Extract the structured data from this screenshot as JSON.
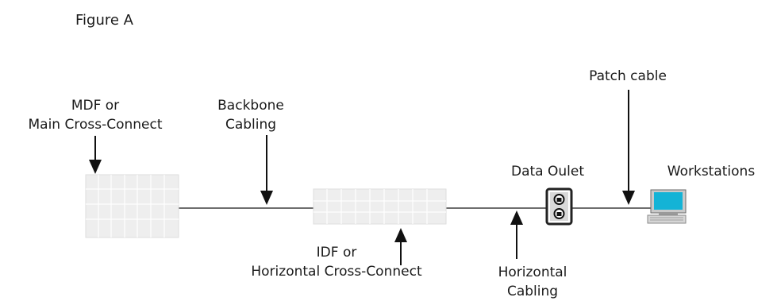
{
  "figure": {
    "title": "Figure A"
  },
  "labels": {
    "mdf_line1": "MDF or",
    "mdf_line2": "Main Cross-Connect",
    "backbone_line1": "Backbone",
    "backbone_line2": "Cabling",
    "idf_line1": "IDF or",
    "idf_line2": "Horizontal Cross-Connect",
    "horizontal_line1": "Horizontal",
    "horizontal_line2": "Cabling",
    "data_outlet": "Data Oulet",
    "patch_cable": "Patch cable",
    "workstations": "Workstations"
  },
  "colors": {
    "cable": "#6e6e6e",
    "arrow": "#111111",
    "panel_fill": "#eeeeee",
    "panel_grid": "#ffffff",
    "monitor_screen": "#14b3d6",
    "outlet_border": "#222222"
  },
  "icons": {
    "mdf_panel": "patch-panel-icon",
    "idf_panel": "patch-panel-icon",
    "outlet": "data-outlet-icon",
    "workstation": "computer-workstation-icon"
  }
}
